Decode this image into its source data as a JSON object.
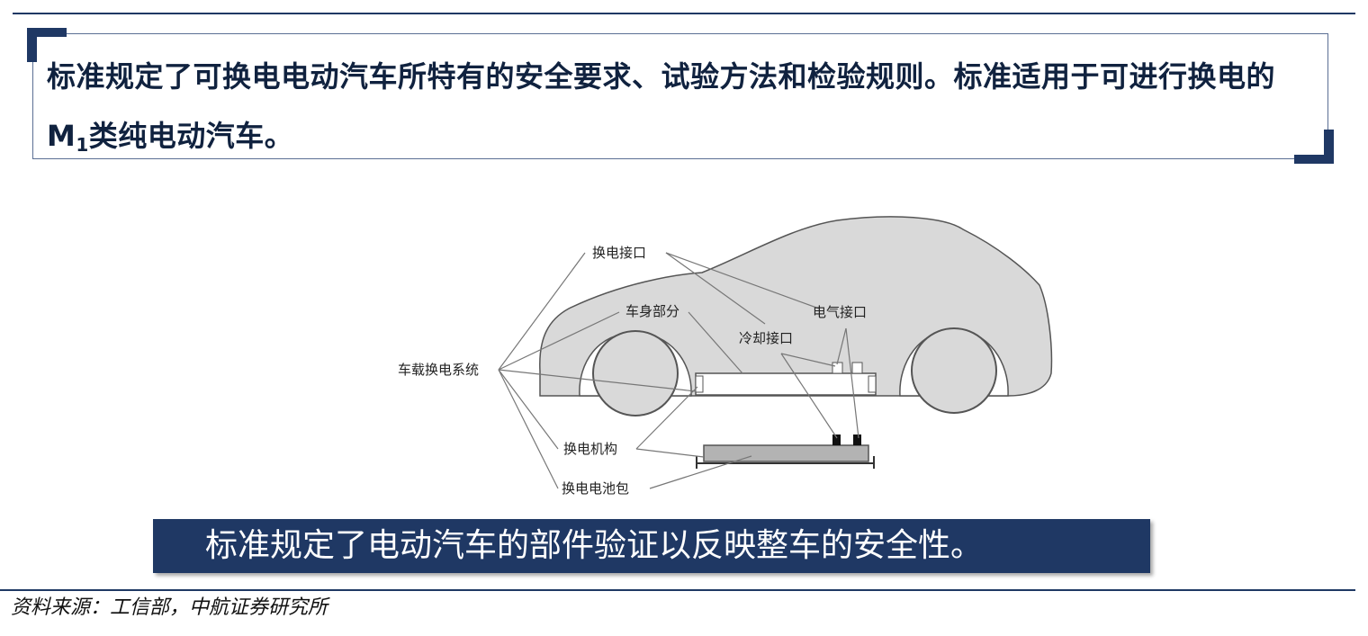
{
  "callout": {
    "text_part1": "标准规定了可换电电动汽车所特有的安全要求、试验方法和检验规则。标准适用于可进行换电的M",
    "subscript": "1",
    "text_part2": "类纯电动汽车。"
  },
  "diagram": {
    "labels": {
      "swap_interface": "换电接口",
      "body_part": "车身部分",
      "electrical_interface": "电气接口",
      "cooling_interface": "冷却接口",
      "onboard_swap_system": "车载换电系统",
      "swap_mechanism": "换电机构",
      "swap_battery_pack": "换电电池包"
    }
  },
  "caption": {
    "text": "标准规定了电动汽车的部件验证以反映整车的安全性。"
  },
  "source": {
    "text": "资料来源：工信部，中航证券研究所"
  },
  "colors": {
    "navy": "#1f3864",
    "car_body": "#d9d9d9",
    "battery": "#b3b3b3"
  }
}
